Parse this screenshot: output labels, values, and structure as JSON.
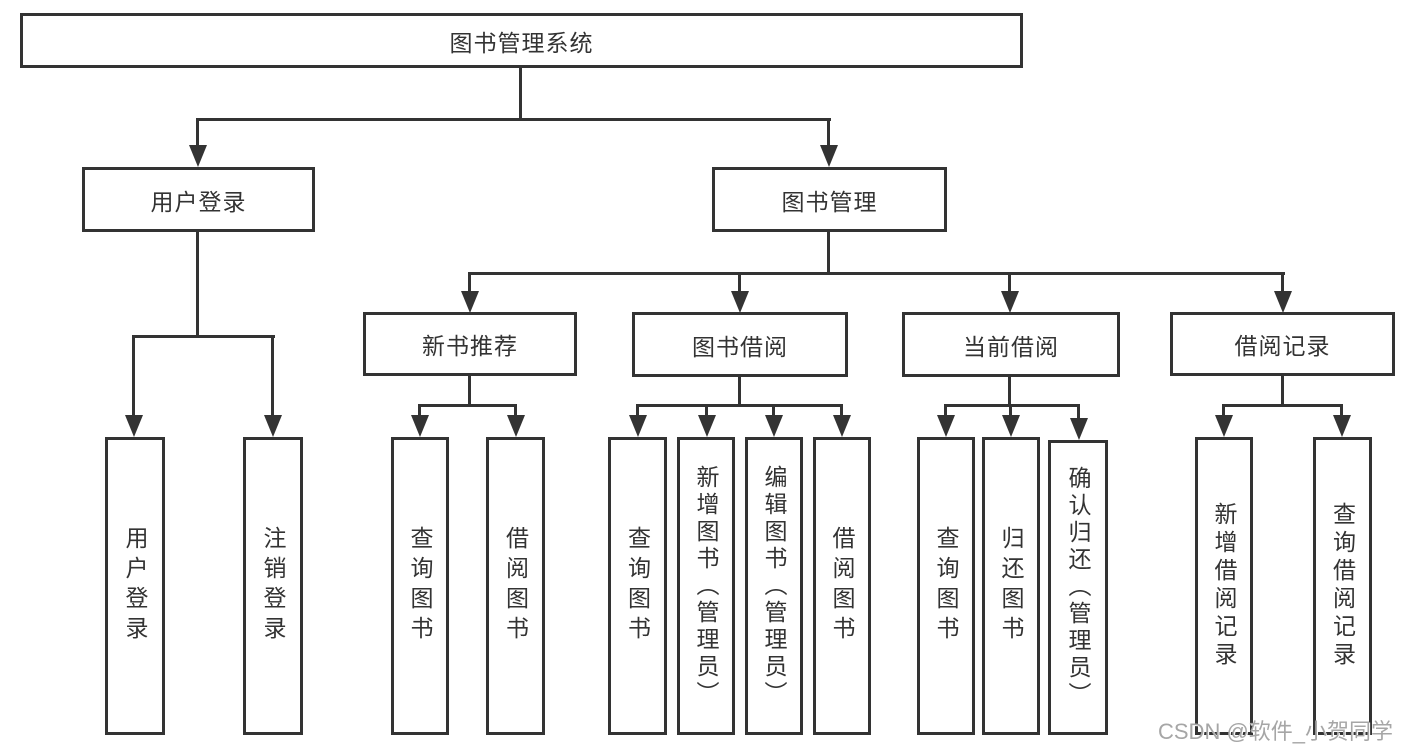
{
  "diagram": {
    "root_label": "图书管理系统",
    "level1": {
      "user_login": "用户登录",
      "book_management": "图书管理"
    },
    "level2": {
      "new_book": "新书推荐",
      "book_borrow": "图书借阅",
      "current_borrow": "当前借阅",
      "records": "借阅记录"
    },
    "leaves": {
      "user_login": [
        "用户登录",
        "注销登录"
      ],
      "new_book": [
        "查询图书",
        "借阅图书"
      ],
      "book_borrow": [
        "查询图书",
        "新增图书（管理员）",
        "编辑图书（管理员）",
        "借阅图书"
      ],
      "current_borrow": [
        "查询图书",
        "归还图书",
        "确认归还（管理员）"
      ],
      "records": [
        "新增借阅记录",
        "查询借阅记录"
      ]
    }
  },
  "watermark": "CSDN @软件_小贺同学",
  "colors": {
    "line": "#333333",
    "text": "#333333",
    "watermark": "#a6a6a6",
    "background": "#ffffff"
  }
}
